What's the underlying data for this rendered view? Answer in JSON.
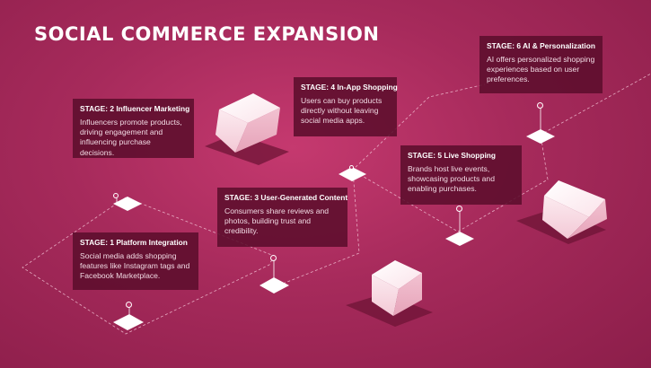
{
  "title": "SOCIAL COMMERCE EXPANSION",
  "stages": [
    {
      "label": "STAGE: 1 Platform Integration",
      "description": "Social media adds shopping features like Instagram tags and Facebook Marketplace."
    },
    {
      "label": "STAGE: 2 Influencer Marketing",
      "description": "Influencers promote products, driving engagement and influencing purchase decisions."
    },
    {
      "label": "STAGE: 3 User-Generated Content",
      "description": "Consumers share reviews and photos, building trust and credibility."
    },
    {
      "label": "STAGE: 4 In-App Shopping",
      "description": "Users can buy products directly without leaving social media apps."
    },
    {
      "label": "STAGE: 5 Live Shopping",
      "description": "Brands host live events, showcasing products and enabling purchases."
    },
    {
      "label": "STAGE: 6 AI & Personalization",
      "description": "AI offers personalized shopping experiences based on user preferences."
    }
  ],
  "colors": {
    "background": "#a62a5b",
    "card": "#5c0e2c",
    "text": "#ffffff"
  }
}
